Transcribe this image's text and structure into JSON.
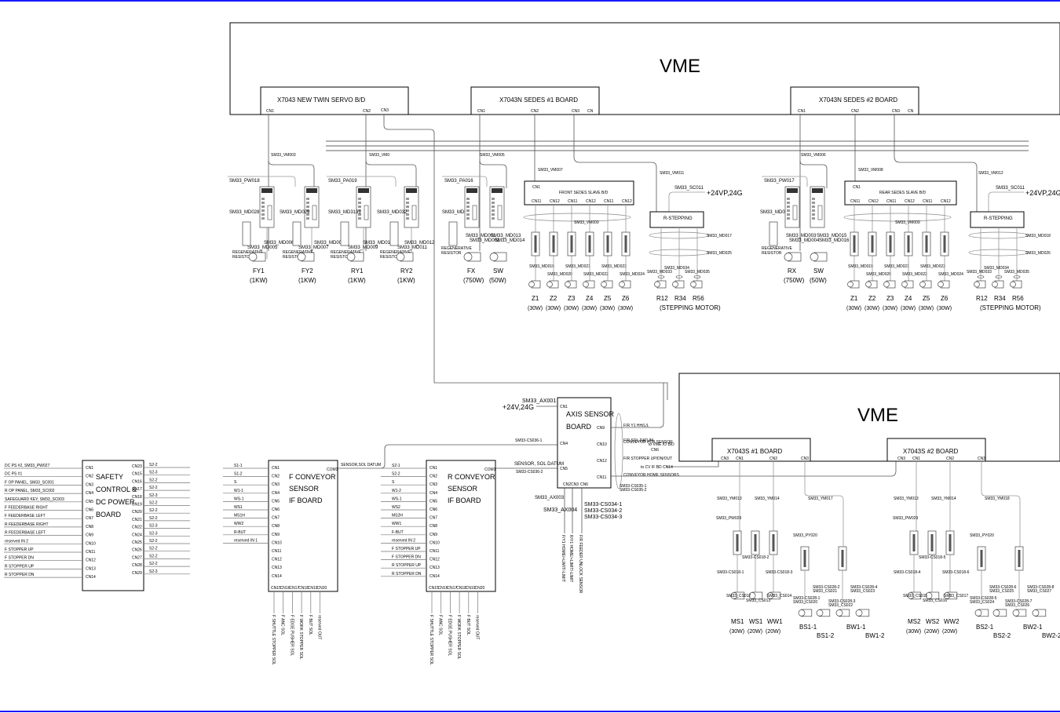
{
  "upper_vme": {
    "title": "VME",
    "servo_board": {
      "title": "X7043 NEW TWIN SERVO B/D",
      "connectors": [
        "CN1",
        "CN2",
        "CN3"
      ]
    },
    "sedes1_board": {
      "title": "X7043N SEDES #1 BOARD",
      "connectors": [
        "CN1",
        "CN2",
        "CN3",
        "CN"
      ]
    },
    "sedes2_board": {
      "title": "X7043N SEDES #2 BOARD",
      "connectors": [
        "CN1",
        "CN2",
        "CN3",
        "CN"
      ]
    }
  },
  "servo_section": {
    "cables": [
      "SM33_VM003",
      "SM33_VM0"
    ],
    "power": [
      "SM33_PW018",
      "SM33_PA019"
    ],
    "driver_labels": [
      "SM33_MD028",
      "SM33_MD029",
      "SM33_MD3131",
      "SM33_MD032"
    ],
    "motor_cables": [
      "SM33_MD005",
      "SM33_MD006",
      "SM33_MD007",
      "SM33_MD008",
      "SM33_MD009",
      "SM33_MD010",
      "SM33_MD011",
      "SM33_MD012"
    ],
    "resistor_label_1": "REGENERATIVE",
    "resistor_label_2": "RESISTOR",
    "motors": [
      {
        "name": "FY1",
        "power": "(1KW)"
      },
      {
        "name": "FY2",
        "power": "(1KW)"
      },
      {
        "name": "RY1",
        "power": "(1KW)"
      },
      {
        "name": "RY2",
        "power": "(1KW)"
      }
    ]
  },
  "front_section": {
    "cable_vm": "SM33_VM005",
    "power": "SM33_PA016",
    "driver_label": "SM33_MD027",
    "motor_cables": [
      "SM33_MD001",
      "SM33_MD002",
      "SM33_MD013",
      "SM33_MD014"
    ],
    "motors": [
      {
        "name": "FX",
        "power": "(750W)"
      },
      {
        "name": "SW",
        "power": "(50W)"
      }
    ],
    "slave_cable": "SM33_VM007",
    "slave_board": {
      "title": "FRONT SEDES SLAVE B/D",
      "cn_in": "CN1",
      "connectors": [
        "CN11",
        "CN12",
        "CN11",
        "CN12",
        "CN11",
        "CN12"
      ]
    },
    "slave_bundle": "SM33_VM009",
    "z_cables": [
      "SM33_MD019",
      "SM33_MD020",
      "SM33_MD021",
      "SM33_MD022",
      "SM33_MD023",
      "SM33_MD024"
    ],
    "z_motors": [
      {
        "name": "Z1",
        "power": "(30W)"
      },
      {
        "name": "Z2",
        "power": "(30W)"
      },
      {
        "name": "Z3",
        "power": "(30W)"
      },
      {
        "name": "Z4",
        "power": "(30W)"
      },
      {
        "name": "Z5",
        "power": "(30W)"
      },
      {
        "name": "Z6",
        "power": "(30W)"
      }
    ],
    "stepping_cable": "SM33_VM011",
    "stepping_power_cable": "SM33_SC011",
    "stepping_power": "+24VP,24G",
    "stepping_box": "R-STEPPING",
    "stepping_bundles": [
      "SM33_MD017",
      "SM33_MD025"
    ],
    "stepping_cables": [
      "SM33_MD033",
      "SM33_MD034",
      "SM33_MD035"
    ],
    "stepping_motors": [
      "R12",
      "R34",
      "R56"
    ],
    "stepping_caption": "(STEPPING MOTOR)"
  },
  "rear_section": {
    "cable_vm": "SM33_VM006",
    "power": "SM33_PW017",
    "driver_label": "SM33_MD030",
    "motor_cables": [
      "SM33_MD003",
      "SM33_MD004",
      "SM33_MD015",
      "SM33_MD016"
    ],
    "motors": [
      {
        "name": "RX",
        "power": "(750W)"
      },
      {
        "name": "SW",
        "power": "(50W)"
      }
    ],
    "slave_cable": "SM33_VM008",
    "slave_board": {
      "title": "REAR SEDES SLAVE B/D",
      "cn_in": "CN1",
      "connectors": [
        "CN11",
        "CN12",
        "CN11",
        "CN12",
        "CN11",
        "CN12"
      ]
    },
    "slave_bundle": "SM33_VM009",
    "z_cables": [
      "SM33_MD019",
      "SM33_MD020",
      "SM33_MD021",
      "SM33_MD022",
      "SM33_MD023",
      "SM33_MD024"
    ],
    "z_motors": [
      {
        "name": "Z1",
        "power": "(30W)"
      },
      {
        "name": "Z2",
        "power": "(30W)"
      },
      {
        "name": "Z3",
        "power": "(30W)"
      },
      {
        "name": "Z4",
        "power": "(30W)"
      },
      {
        "name": "Z5",
        "power": "(30W)"
      },
      {
        "name": "Z6",
        "power": "(30W)"
      }
    ],
    "stepping_cable": "SM33_VM012",
    "stepping_power_cable": "SM33_SC011",
    "stepping_power": "+24VP,24G",
    "stepping_box": "R-STEPPING",
    "stepping_bundles": [
      "SM33_MD018",
      "SM33_MD026"
    ],
    "stepping_cables": [
      "SM33_MD033",
      "SM33_MD034",
      "SM33_MD035"
    ],
    "stepping_motors": [
      "R12",
      "R34",
      "R56"
    ],
    "stepping_caption": "(STEPPING MOTOR)"
  },
  "safety_board": {
    "title_lines": [
      "SAFETY",
      "CONTROL &",
      "DC POWER",
      "BOARD"
    ],
    "inputs": [
      {
        "label": "DC PS #2, SM33_PW027",
        "cn": "CN1"
      },
      {
        "label": "DC PS #1",
        "cn": "CN2"
      },
      {
        "label": "F OP PANEL, SM33_SC001",
        "cn": "CN3"
      },
      {
        "label": "R OP PANEL, SM33_SC002",
        "cn": "CN4"
      },
      {
        "label": "SAFEGUARD KEY, SM33_SC003",
        "cn": "CN5"
      },
      {
        "label": "F FEEDERBASE RIGHT",
        "cn": "CN6"
      },
      {
        "label": "F FEEDERBASE LEFT",
        "cn": "CN7"
      },
      {
        "label": "R FEEDERBASE RIGHT",
        "cn": "CN8"
      },
      {
        "label": "R FEEDERBASE LEFT",
        "cn": "CN9"
      },
      {
        "label": "reserved IN 2",
        "cn": "CN10"
      },
      {
        "label": "F STOPPER UP",
        "cn": "CN11"
      },
      {
        "label": "F STOPPER DN",
        "cn": "CN12"
      },
      {
        "label": "R STOPPER UP",
        "cn": "CN13"
      },
      {
        "label": "R STOPPER DN",
        "cn": "CN14"
      }
    ],
    "outputs": [
      {
        "cn": "CN23",
        "label": "S2-2"
      },
      {
        "cn": "CN15",
        "label": "S2-3"
      },
      {
        "cn": "CN16",
        "label": "S2-2"
      },
      {
        "cn": "CN17",
        "label": "S2-2"
      },
      {
        "cn": "CN18",
        "label": "S2-3"
      },
      {
        "cn": "CN19",
        "label": "S2-2"
      },
      {
        "cn": "CN20",
        "label": "S2-2"
      },
      {
        "cn": "CN21",
        "label": "S2-2"
      },
      {
        "cn": "CN22",
        "label": "S2-3"
      },
      {
        "cn": "CN24",
        "label": "S2-3"
      },
      {
        "cn": "CN25",
        "label": "S2-2"
      },
      {
        "cn": "CN26",
        "label": "S2-2"
      },
      {
        "cn": "CN27",
        "label": "S2-2"
      },
      {
        "cn": "CN28",
        "label": "S2-2"
      },
      {
        "cn": "CN29",
        "label": "S2-3"
      }
    ]
  },
  "f_conveyor": {
    "title_lines": [
      "F CONVEYOR",
      "SENSOR",
      "IF BOARD"
    ],
    "com": "COM1",
    "com_label": "SENSOR,SOL DATUM",
    "inputs": [
      {
        "label": "S1-1",
        "cn": "CN1"
      },
      {
        "label": "S1-2",
        "cn": "CN2"
      },
      {
        "label": "S",
        "cn": "CN3"
      },
      {
        "label": "W1-1",
        "cn": "CN4"
      },
      {
        "label": "WS-1",
        "cn": "CN5"
      },
      {
        "label": "WS1",
        "cn": "CN6"
      },
      {
        "label": "MS1H",
        "cn": "CN7"
      },
      {
        "label": "WW2",
        "cn": "CN8"
      },
      {
        "label": "R-BUT",
        "cn": "CN9"
      },
      {
        "label": "reserved IN 1",
        "cn": "CN10"
      },
      {
        "label": "",
        "cn": "CN11"
      },
      {
        "label": "",
        "cn": "CN12"
      },
      {
        "label": "",
        "cn": "CN13"
      },
      {
        "label": "",
        "cn": "CN14"
      }
    ],
    "outputs": [
      {
        "cn": "CN15",
        "label": "F SHUTTLE STOPPER SOL"
      },
      {
        "cn": "CN16",
        "label": "F ANC SOL"
      },
      {
        "cn": "CN17",
        "label": "F EDGE PUSHER SOL"
      },
      {
        "cn": "CN18",
        "label": "F WORK STOPPER SOL"
      },
      {
        "cn": "CN19",
        "label": "F BUT SOL"
      },
      {
        "cn": "CN20",
        "label": "reserved OUT"
      }
    ]
  },
  "r_conveyor": {
    "title_lines": [
      "R CONVEYOR",
      "SENSOR",
      "IF BOARD"
    ],
    "com": "COM1",
    "inputs": [
      {
        "label": "S2-1",
        "cn": "CN1"
      },
      {
        "label": "S2-2",
        "cn": "CN2"
      },
      {
        "label": "S",
        "cn": "CN3"
      },
      {
        "label": "W1-2",
        "cn": "CN4"
      },
      {
        "label": "WS-1",
        "cn": "CN5"
      },
      {
        "label": "WS2",
        "cn": "CN6"
      },
      {
        "label": "MS2H",
        "cn": "CN7"
      },
      {
        "label": "WW1",
        "cn": "CN8"
      },
      {
        "label": "F-BUT",
        "cn": "CN9"
      },
      {
        "label": "reserved IN 2",
        "cn": "CN10"
      },
      {
        "label": "F STOPPER UP",
        "cn": "CN11"
      },
      {
        "label": "F STOPPER DN",
        "cn": "CN12"
      },
      {
        "label": "R STOPPER UP",
        "cn": "CN13"
      },
      {
        "label": "R STOPPER DN",
        "cn": "CN14"
      }
    ],
    "outputs": [
      {
        "cn": "CN15",
        "label": "F SHUTTLE STOPPER SOL"
      },
      {
        "cn": "CN16",
        "label": "F ANC SOL"
      },
      {
        "cn": "CN17",
        "label": "F EDGE PUSHER SOL"
      },
      {
        "cn": "CN18",
        "label": "F WORK STOPPER SOL"
      },
      {
        "cn": "CN19",
        "label": "F BUT SOL"
      },
      {
        "cn": "CN20",
        "label": "reserved OUT"
      }
    ]
  },
  "axis_board": {
    "title_lines": [
      "AXIS SENSOR",
      "BOARD"
    ],
    "power_cable": "SM33_AX001",
    "power": "+24V,24G",
    "cn1": "CN1",
    "cn4": "CN4",
    "cn5": "CN5",
    "cn4_cable": "SM33-CS036-1",
    "cn5_label": "SENSOR, SOL DATUM",
    "cn5_cable": "SM33-CS036-2",
    "right": [
      {
        "cn": "CN9",
        "label": "F/R Y1 HH/L/L"
      },
      {
        "cn": "CN10",
        "label": "CONVEYOR PCB SENSOR"
      },
      {
        "cn": "CN12",
        "label": "F/R STOPPER UP/DN/OUT"
      },
      {
        "cn": "CN11",
        "label": "CONVEYOR HOME SENSORS"
      }
    ],
    "right_extra": [
      "F/R SOL DATUM",
      "to VME IO B/D",
      "CN6",
      "to CV IF BD CN14"
    ],
    "right_bundle": [
      "SM33-CS035-1",
      "SM33-CS035-2"
    ],
    "bottom_cn": [
      "CN2",
      "CN3",
      "CN6"
    ],
    "bottom_cables": [
      "SM33_AX003",
      "SM33_AX004"
    ],
    "cs034": [
      "SM33-CS034-1",
      "SM33-CS034-2",
      "SM33-CS034-3"
    ],
    "bottom_labels": [
      "F/Y1 HOME/+LIMIT/-LIMIT",
      "R/Y1 HOME/+LIMIT/-LIMIT",
      "F/R FEEDER UNLOCK SENSOR"
    ]
  },
  "lower_vme": {
    "title": "VME",
    "board1": {
      "title": "X7043S #1 BOARD",
      "connectors": [
        "CN3",
        "CN1",
        "CN2",
        "CN3"
      ],
      "cables": [
        "SM33_YM013",
        "SM33_YM014",
        "SM33_YM017"
      ],
      "power": [
        "SM33_PW029",
        "SM33_PY020"
      ],
      "cs_labels": [
        "SM33-CS018-1",
        "SM33-CS018-2",
        "SM33-CS018-3",
        "SM33_CS012",
        "SM33_CS013",
        "SM33_CS014",
        "SM33-CS028-1",
        "SM33_CS020",
        "SM33-CS028-2",
        "SM33_CS021",
        "SM33-CS028-3",
        "SM33_CS022",
        "SM33-CS028-4",
        "SM33_CS023"
      ],
      "motors": [
        {
          "name": "MS1",
          "power": "(30W)"
        },
        {
          "name": "WS1",
          "power": "(20W)"
        },
        {
          "name": "WW1",
          "power": "(20W)"
        }
      ],
      "sol_labels": [
        "BS1-1",
        "BS1-2",
        "BW1-1",
        "BW1-2"
      ]
    },
    "board2": {
      "title": "X7043S #2 BOARD",
      "connectors": [
        "CN3",
        "CN1",
        "CN2",
        "CN3"
      ],
      "cables": [
        "SM33_YM013",
        "SM33_YM014",
        "SM33_YM018"
      ],
      "power": [
        "SM33_PW029",
        "SM33_PY020"
      ],
      "cs_labels": [
        "SM33-CS018-4",
        "SM33-CS018-5",
        "SM33-CS018-6",
        "SM33_CS015",
        "SM33_CS016",
        "SM33_CS017",
        "SM33-CS028-5",
        "SM33_CS024",
        "SM33-CS028-6",
        "SM33_CS025",
        "SM33-CS028-7",
        "SM33_CS026",
        "SM33-CS028-8",
        "SM33_CS027"
      ],
      "motors": [
        {
          "name": "MS2",
          "power": "(30W)"
        },
        {
          "name": "WS2",
          "power": "(20W)"
        },
        {
          "name": "WW2",
          "power": "(20W)"
        }
      ],
      "sol_labels": [
        "BS2-1",
        "BS2-2",
        "BW2-1",
        "BW2-2"
      ]
    }
  }
}
